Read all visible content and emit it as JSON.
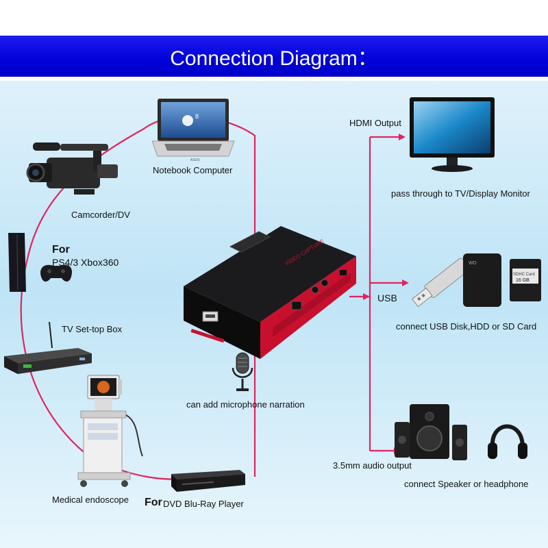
{
  "title": "Connection Diagram：",
  "labels": {
    "notebook": "Notebook Computer",
    "camcorder": "Camcorder/DV",
    "for_ps4": "For",
    "ps4": "PS4/3 Xbox360",
    "settop": "TV Set-top Box",
    "endoscope": "Medical endoscope",
    "for_dvd": "For",
    "dvd": "DVD Blu-Ray Player",
    "microphone": "can add microphone narration",
    "hdmi_out": "HDMI Output",
    "monitor": "pass through to TV/Display Monitor",
    "usb": "USB",
    "usb_storage": "connect USB Disk,HDD or SD Card",
    "audio_out": "3.5mm audio output",
    "speaker": "connect Speaker or headphone"
  },
  "device_text": {
    "capture_brand": "VIDEO CAPTURE",
    "laptop_brand": "ASUS",
    "os_number": "8",
    "sd_type": "SDHC Card",
    "sd_size": "16 GB",
    "hdd_brand": "WD"
  },
  "colors": {
    "banner": "#0000d8",
    "wire": "#e0245e",
    "device_red": "#c8102e"
  }
}
